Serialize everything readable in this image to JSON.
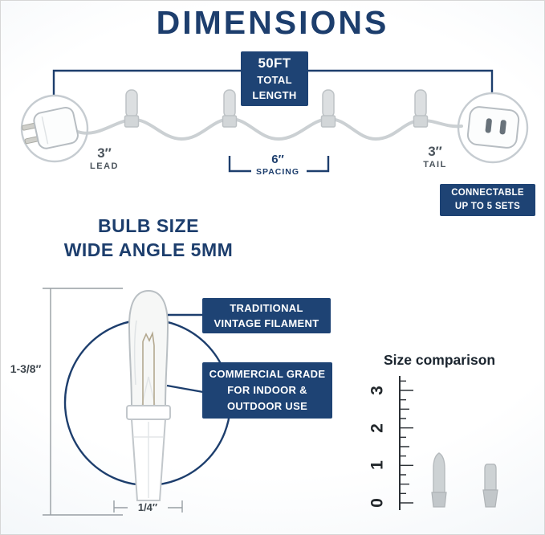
{
  "title": "DIMENSIONS",
  "string_diagram": {
    "total_length_badge": {
      "line1": "50FT",
      "line2": "TOTAL",
      "line3": "LENGTH"
    },
    "lead_value": "3″",
    "lead_label": "LEAD",
    "spacing_value": "6″",
    "spacing_label": "SPACING",
    "tail_value": "3″",
    "tail_label": "TAIL",
    "connectable_line1": "CONNECTABLE",
    "connectable_line2": "UP TO 5 SETS"
  },
  "bulb_detail": {
    "heading_line1": "BULB SIZE",
    "heading_line2": "WIDE ANGLE 5MM",
    "filament_callout_line1": "TRADITIONAL",
    "filament_callout_line2": "VINTAGE FILAMENT",
    "grade_callout_line1": "COMMERCIAL GRADE",
    "grade_callout_line2": "FOR INDOOR &",
    "grade_callout_line3": "OUTDOOR USE",
    "height_dimension": "1-3/8″",
    "width_dimension": "1/4″"
  },
  "size_comparison": {
    "title": "Size comparison",
    "ruler_labels": [
      "0",
      "1",
      "2",
      "3"
    ]
  },
  "colors": {
    "navy": "#1d3e6d",
    "badge_blue": "#1e4374",
    "cord_gray": "#cbd0d3"
  }
}
